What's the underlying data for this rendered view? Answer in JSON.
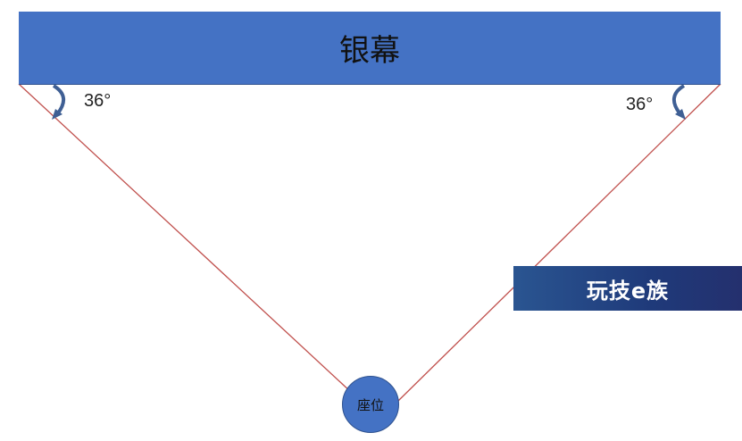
{
  "screen": {
    "label": "银幕"
  },
  "angles": {
    "left": "36°",
    "right": "36°"
  },
  "seat": {
    "label": "座位"
  },
  "logo": {
    "text": "玩技e族"
  },
  "colors": {
    "screen": "#4472c4",
    "sightline": "#c0504d",
    "arrow": "#3f5f94"
  }
}
